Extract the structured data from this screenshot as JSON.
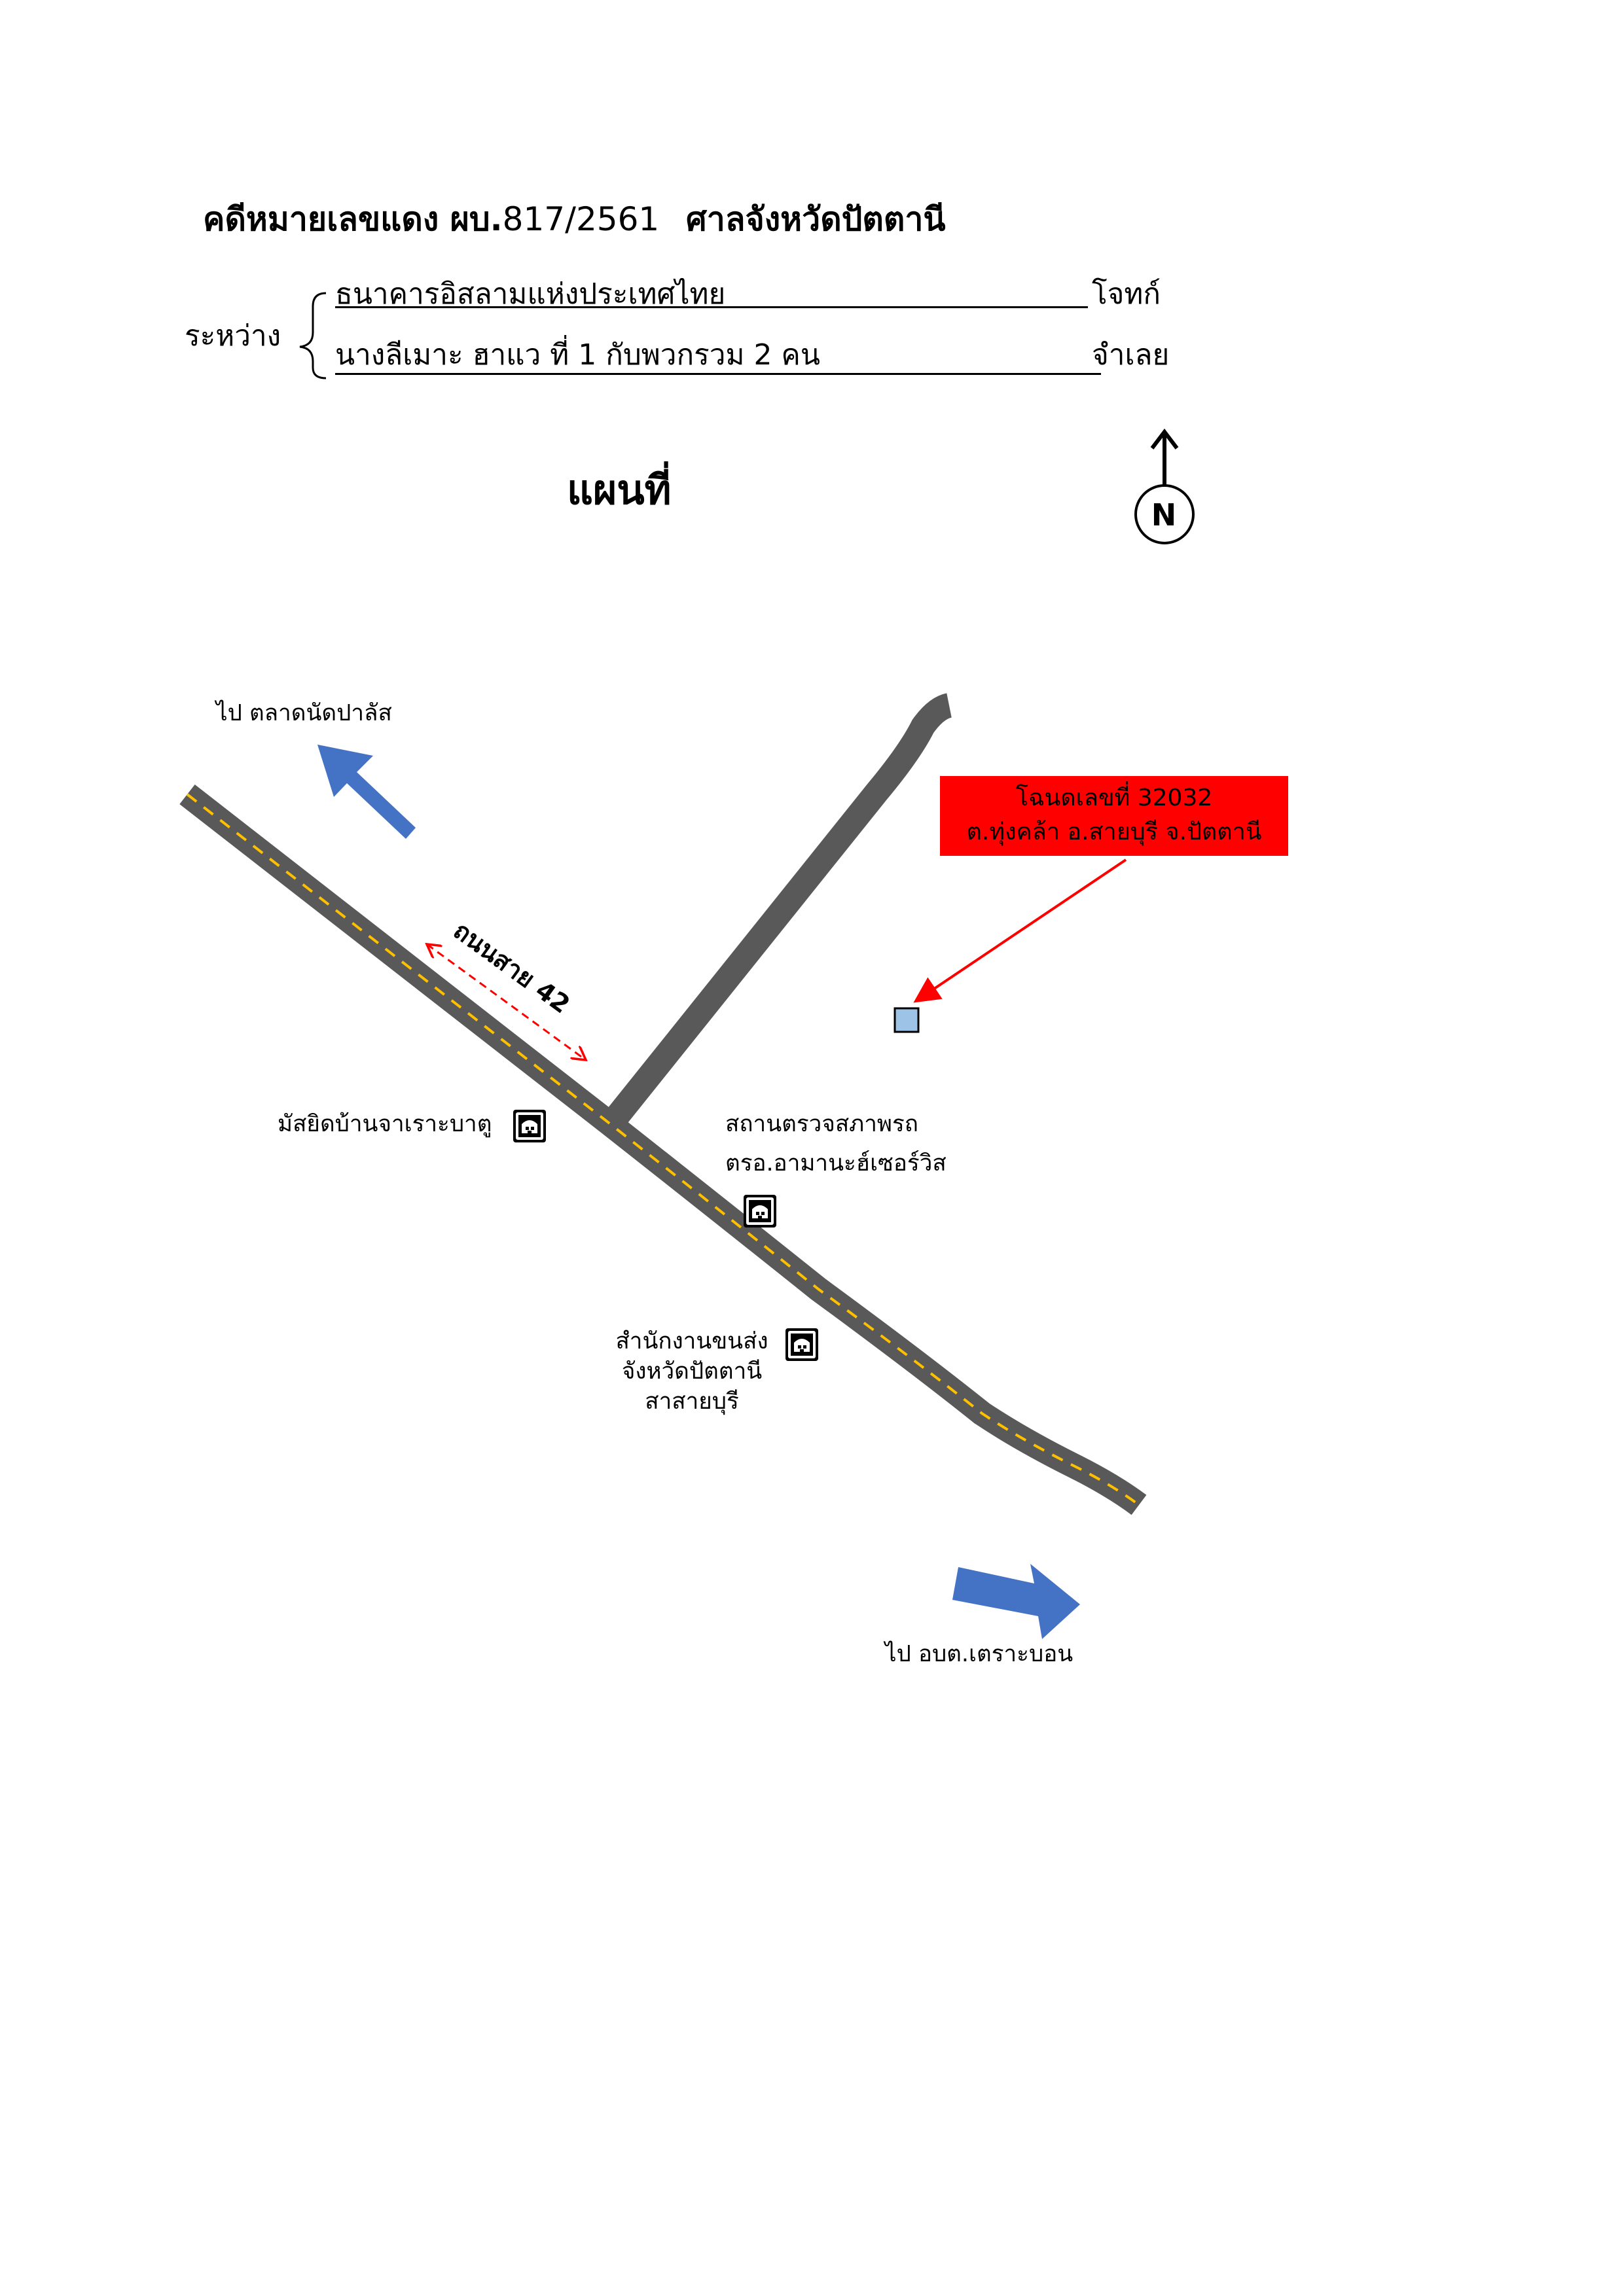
{
  "header": {
    "case_bold": "คดีหมายเลขแดง ผบ.",
    "case_number": "817/2561",
    "court": "ศาลจังหวัดปัตตานี",
    "between_label": "ระหว่าง",
    "plaintiff": "ธนาคารอิสลามแห่งประเทศไทย",
    "plaintiff_role": "โจทก์",
    "defendant": "นางลีเมาะ   ฮาแว  ที่ 1 กับพวกรวม 2 คน",
    "defendant_role": "จำเลย"
  },
  "map": {
    "title": "แผนที่",
    "north": "N",
    "to_market": "ไป ตลาดนัดปาลัส",
    "to_tao": "ไป อบต.เตราะบอน",
    "road_label": "ถนนสาย 42",
    "parcel_line1": "โฉนดเลขที่ 32032",
    "parcel_line2": "ต.ทุ่งคล้า  อ.สายบุรี  จ.ปัตตานี",
    "mosque": "มัสยิดบ้านจาเราะบาตู",
    "inspection_line1": "สถานตรวจสภาพรถ",
    "inspection_line2": "ตรอ.อามานะฮ์เซอร์วิส",
    "transport_line1": "สำนักงานขนส่ง",
    "transport_line2": "จังหวัดปัตตานี",
    "transport_line3": "สาสายบุรี",
    "colors": {
      "road": "#595959",
      "center_line": "#ffc000",
      "arrow_blue": "#4472c4",
      "parcel_red": "#ff0000",
      "parcel_square": "#9dc3e6"
    },
    "icons": [
      "north-arrow-icon",
      "building-icon",
      "direction-arrow-icon",
      "parcel-marker-icon"
    ]
  }
}
